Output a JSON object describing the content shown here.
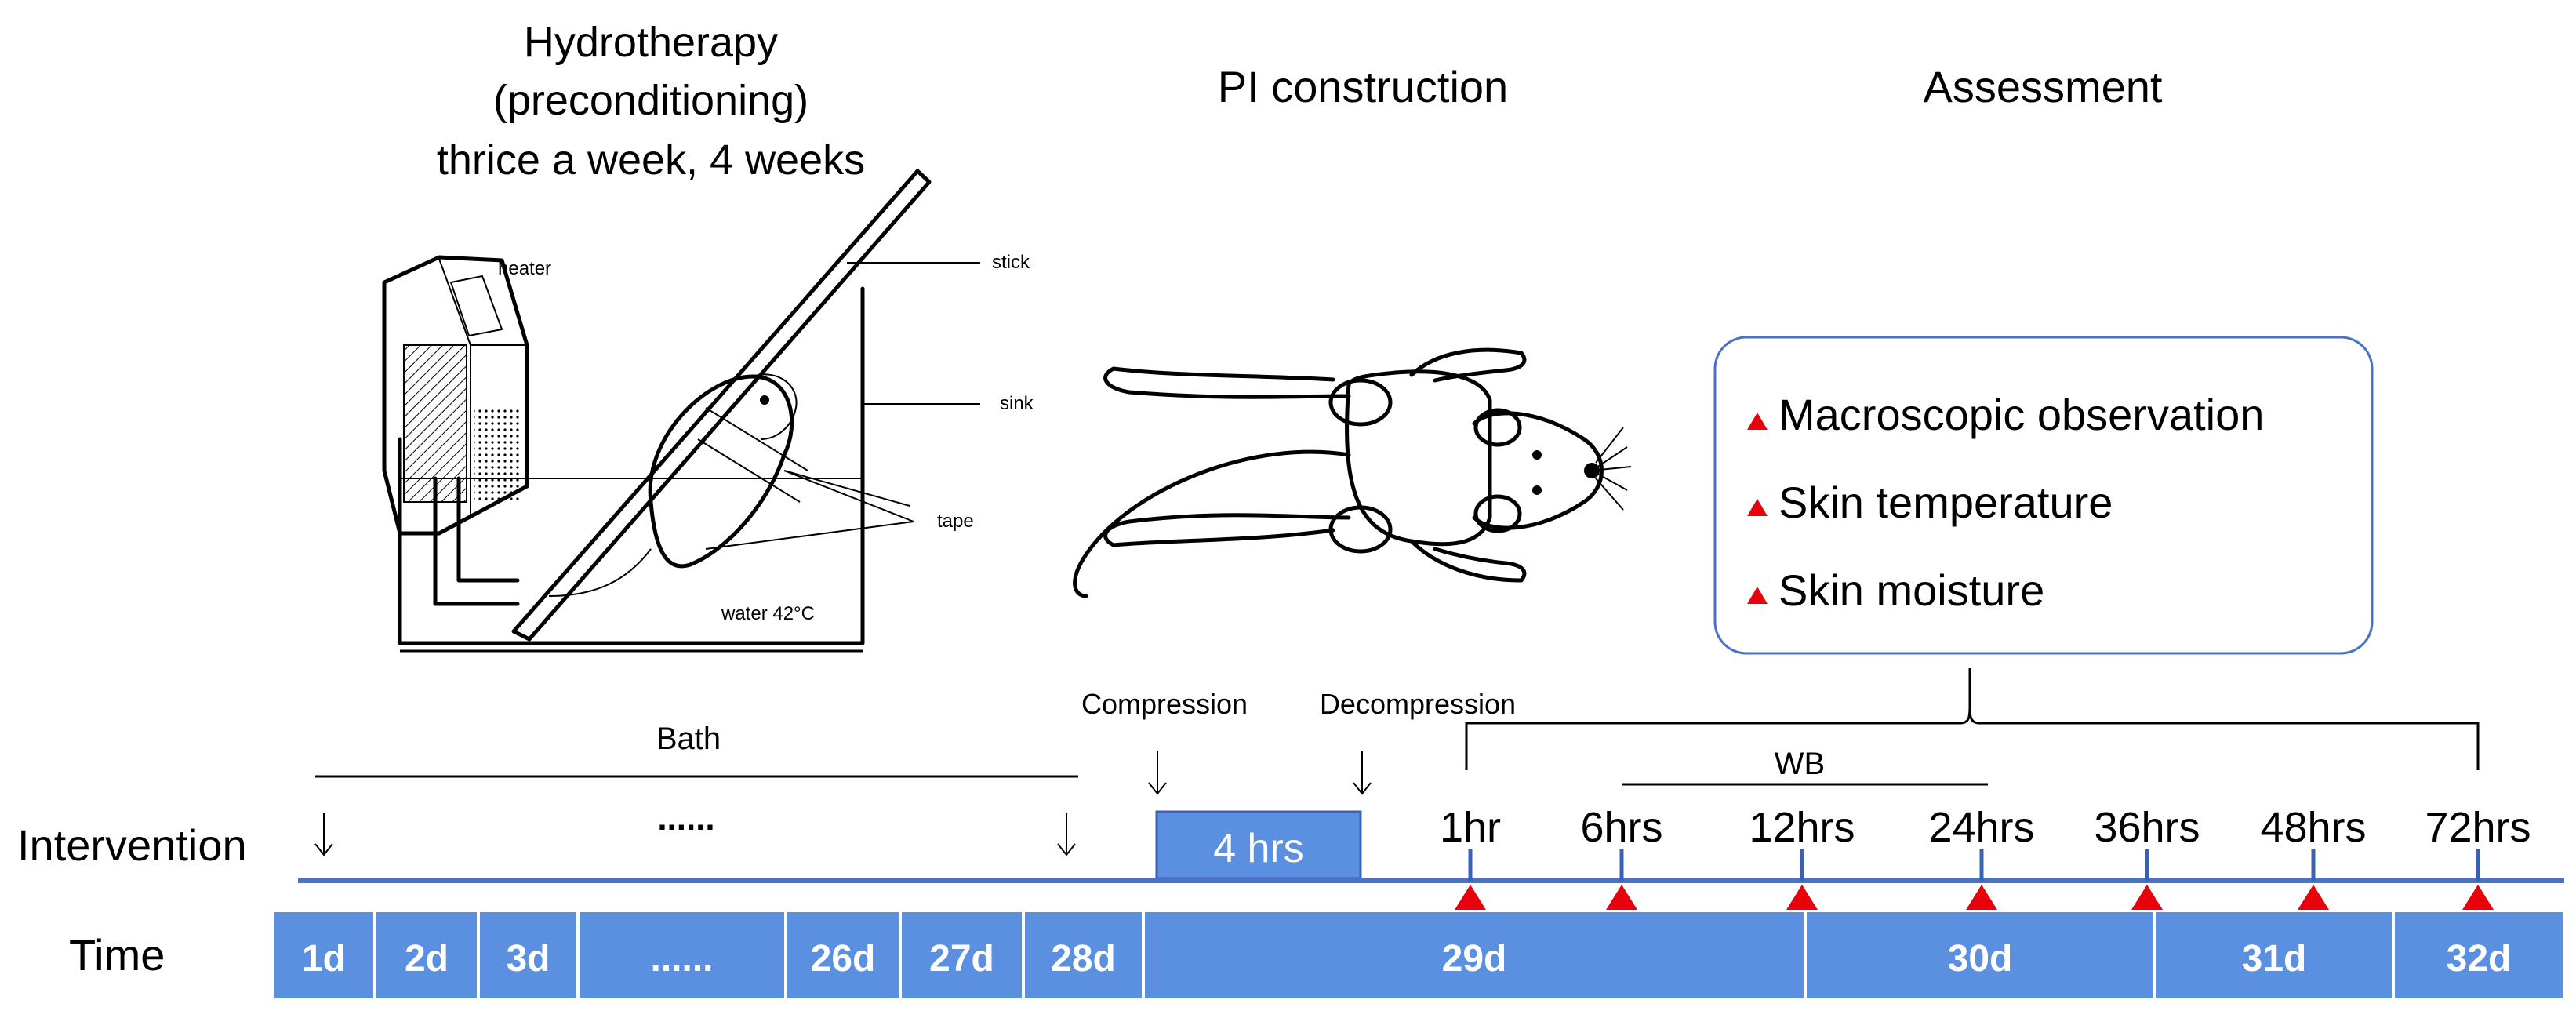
{
  "sections": {
    "hydrotherapy_title": [
      "Hydrotherapy",
      "(preconditioning)",
      "thrice a week, 4 weeks"
    ],
    "pi_title": "PI construction",
    "assessment_title": "Assessment"
  },
  "apparatus_labels": {
    "heater": "heater",
    "stick": "stick",
    "sink": "sink",
    "tape": "tape",
    "water": "water 42°C"
  },
  "assessment_box": {
    "items": [
      "Macroscopic observation",
      "Skin temperature",
      "Skin moisture"
    ],
    "marker_color": "#e8000b"
  },
  "timeline": {
    "bath_label": "Bath",
    "compression_label": "Compression",
    "decompression_label": "Decompression",
    "wb_label": "WB",
    "intervention_label": "Intervention",
    "time_label": "Time",
    "ellipsis_intervention": "......",
    "duration_label": "4 hrs",
    "timepoints": [
      "1hr",
      "6hrs",
      "12hrs",
      "24hrs",
      "36hrs",
      "48hrs",
      "72hrs"
    ],
    "days": [
      "1d",
      "2d",
      "3d",
      "......",
      "26d",
      "27d",
      "28d",
      "29d",
      "30d",
      "31d",
      "32d"
    ],
    "accent_color": "#5b8fe0",
    "line_color": "#4a72c4"
  }
}
